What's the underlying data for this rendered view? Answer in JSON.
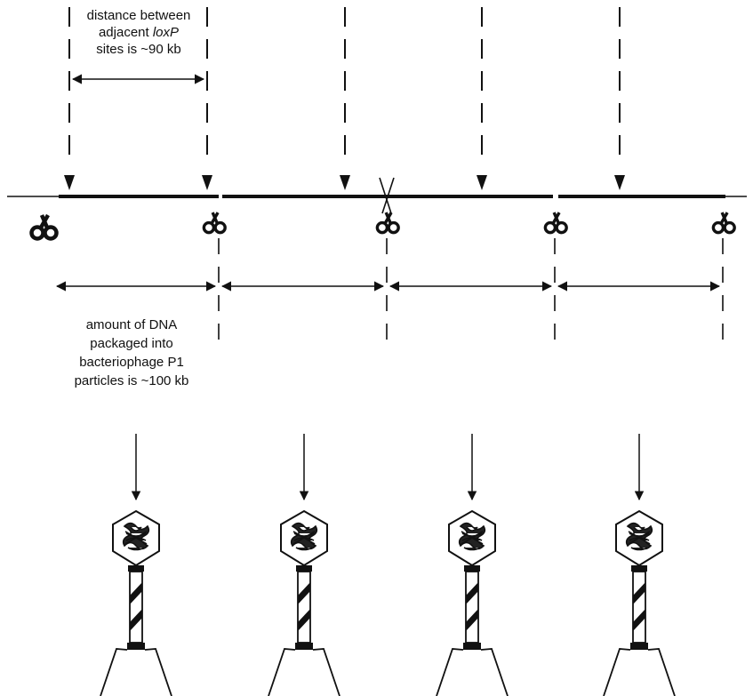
{
  "labels": {
    "loxp_distance": {
      "line1": "distance between",
      "line2_prefix": "adjacent ",
      "line2_italic": "loxP",
      "line3": "sites is ~90 kb"
    },
    "packaging": {
      "line1": "amount of DNA",
      "line2": "packaged into",
      "line3": "bacteriophage P1",
      "line4": "particles is ~100 kb"
    }
  },
  "colors": {
    "ink": "#111111",
    "background": "#ffffff"
  },
  "icons": {
    "cut_site": "scissors-icon",
    "phage": "bacteriophage-icon"
  }
}
